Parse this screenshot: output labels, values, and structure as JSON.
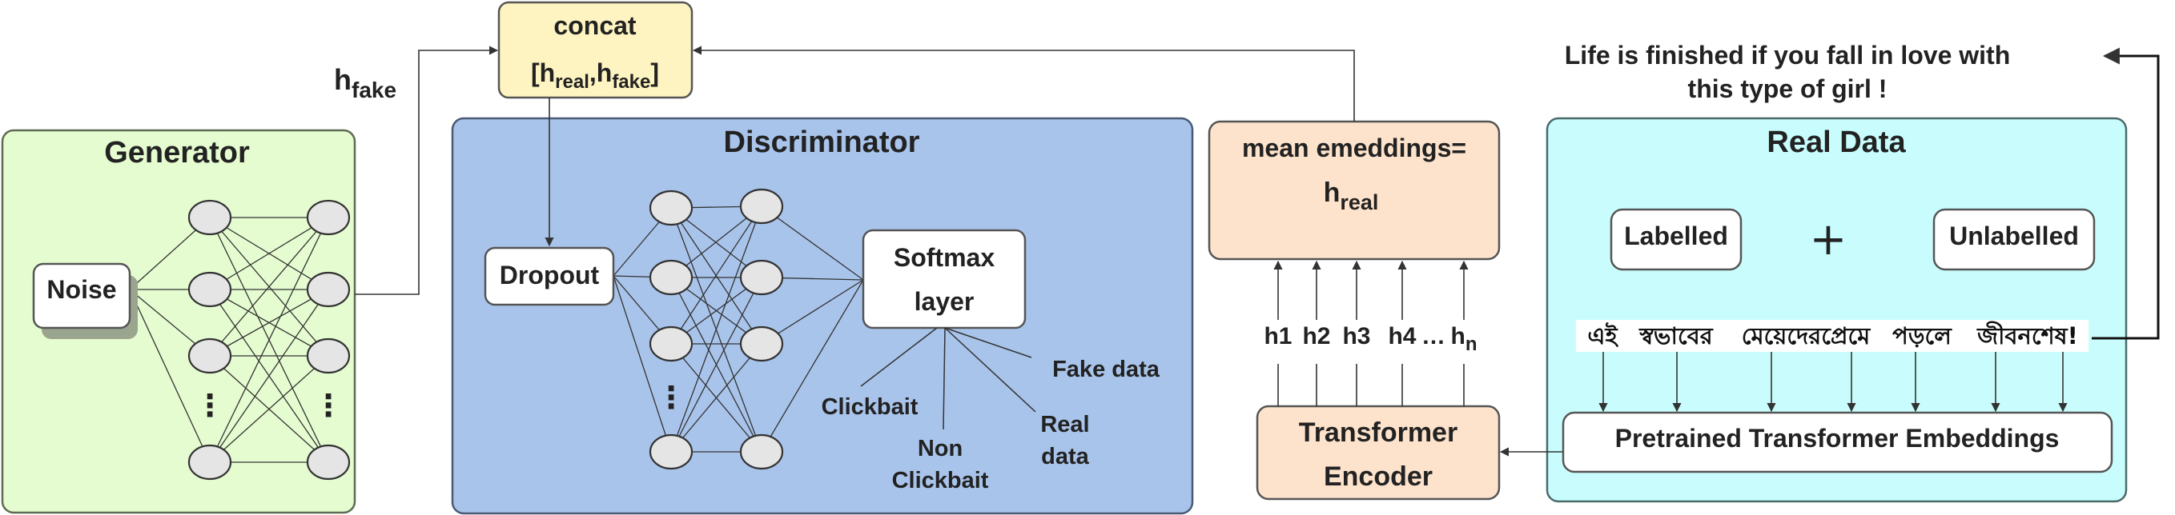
{
  "concat": {
    "title": "concat",
    "h": "h",
    "sub_real": "real",
    "sub_fake": "fake"
  },
  "h_fake": {
    "base": "h",
    "sub": "fake"
  },
  "generator": {
    "title": "Generator",
    "noise": "Noise"
  },
  "discriminator": {
    "title": "Discriminator",
    "dropout": "Dropout",
    "softmax_line1": "Softmax",
    "softmax_line2": "layer",
    "outputs": {
      "clickbait": "Clickbait",
      "non_line1": "Non",
      "non_line2": "Clickbait",
      "real_line1": "Real",
      "real_line2": "data",
      "fake": "Fake data"
    }
  },
  "mean": {
    "line1": "mean emeddings=",
    "h": "h",
    "sub": "real"
  },
  "hidden": {
    "h1": "h1",
    "h2": "h2",
    "h3": "h3",
    "h4": "h4",
    "dots": "…",
    "hn_base": "h",
    "hn_sub": "n"
  },
  "transformer": {
    "line1": "Transformer",
    "line2": "Encoder"
  },
  "real_data": {
    "title": "Real Data",
    "labelled": "Labelled",
    "plus": "+",
    "unlabelled": "Unlabelled",
    "tokens": [
      "এই",
      "স্বভাবের",
      "মেয়েদেরপ্রেমে",
      "পড়লে",
      "জীবনশেষ!"
    ],
    "pretrained": "Pretrained Transformer Embeddings"
  },
  "translation": {
    "line1": "Life is finished if you fall in love with",
    "line2": "this type of girl !"
  },
  "colors": {
    "generator": "#e5fcd0",
    "discriminator": "#a9c4eb",
    "mean": "#fde3cc",
    "real": "#c9fdfd",
    "concat": "#fef4c1",
    "node": "#e5e5e5"
  }
}
